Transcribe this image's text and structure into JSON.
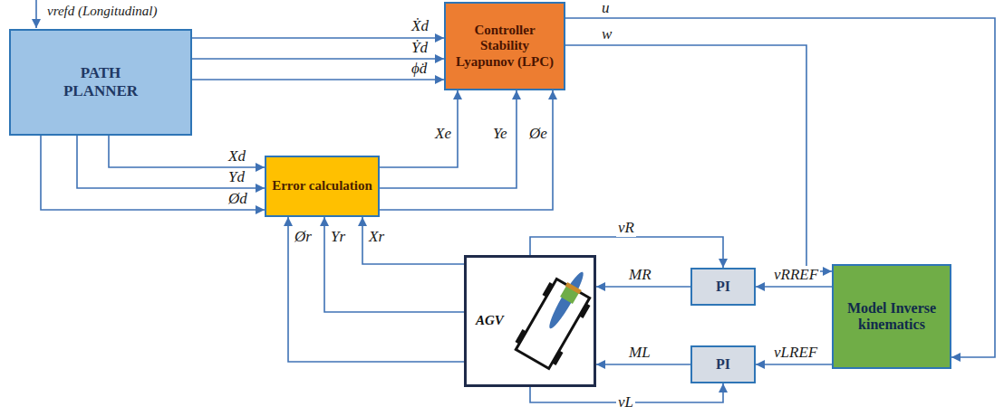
{
  "diagram": {
    "nodes": [
      {
        "text": [
          "PATH PLANNER"
        ]
      },
      {
        "text": [
          "Controller Stability Lyapunov (LPC)"
        ]
      },
      {
        "text": [
          "Error calculation"
        ]
      },
      {
        "text": [
          "AGV"
        ]
      },
      {
        "text": [
          "PI"
        ]
      },
      {
        "text": [
          "PI"
        ]
      },
      {
        "text": [
          "Model Inverse kinematics"
        ]
      }
    ],
    "edges": [
      {
        "from": 0,
        "to": 1,
        "arrow": "to",
        "label": "Ẋd"
      },
      {
        "from": 0,
        "to": 1,
        "arrow": "to",
        "label": "Ẏd"
      },
      {
        "from": 0,
        "to": 1,
        "arrow": "to",
        "label": "ϕ̇d"
      },
      {
        "from": 0,
        "to": 2,
        "arrow": "to",
        "label": "Xd"
      },
      {
        "from": 0,
        "to": 2,
        "arrow": "to",
        "label": "Yd"
      },
      {
        "from": 0,
        "to": 2,
        "arrow": "to",
        "label": "Ød"
      },
      {
        "from": 2,
        "to": 1,
        "arrow": "to",
        "label": "Xe"
      },
      {
        "from": 2,
        "to": 1,
        "arrow": "to",
        "label": "Ye"
      },
      {
        "from": 2,
        "to": 1,
        "arrow": "to",
        "label": "Øe"
      },
      {
        "from": 1,
        "to": 6,
        "arrow": "to",
        "label": "u"
      },
      {
        "from": 1,
        "to": 6,
        "arrow": "to",
        "label": "w"
      },
      {
        "from": 6,
        "to": 4,
        "arrow": "to",
        "label": "vRREF"
      },
      {
        "from": 6,
        "to": 5,
        "arrow": "to",
        "label": "vLREF"
      },
      {
        "from": 4,
        "to": 3,
        "arrow": "to",
        "label": "MR"
      },
      {
        "from": 5,
        "to": 3,
        "arrow": "to",
        "label": "ML"
      },
      {
        "from": 3,
        "to": 4,
        "arrow": "to",
        "label": "vR"
      },
      {
        "from": 3,
        "to": 5,
        "arrow": "to",
        "label": "vL"
      },
      {
        "from": 3,
        "to": 2,
        "arrow": "to",
        "label": "Xr"
      },
      {
        "from": 3,
        "to": 2,
        "arrow": "to",
        "label": "Yr"
      },
      {
        "from": 3,
        "to": 2,
        "arrow": "to",
        "label": "Ør"
      }
    ],
    "labels": [
      "vrefd (Longitudinal)"
    ]
  }
}
